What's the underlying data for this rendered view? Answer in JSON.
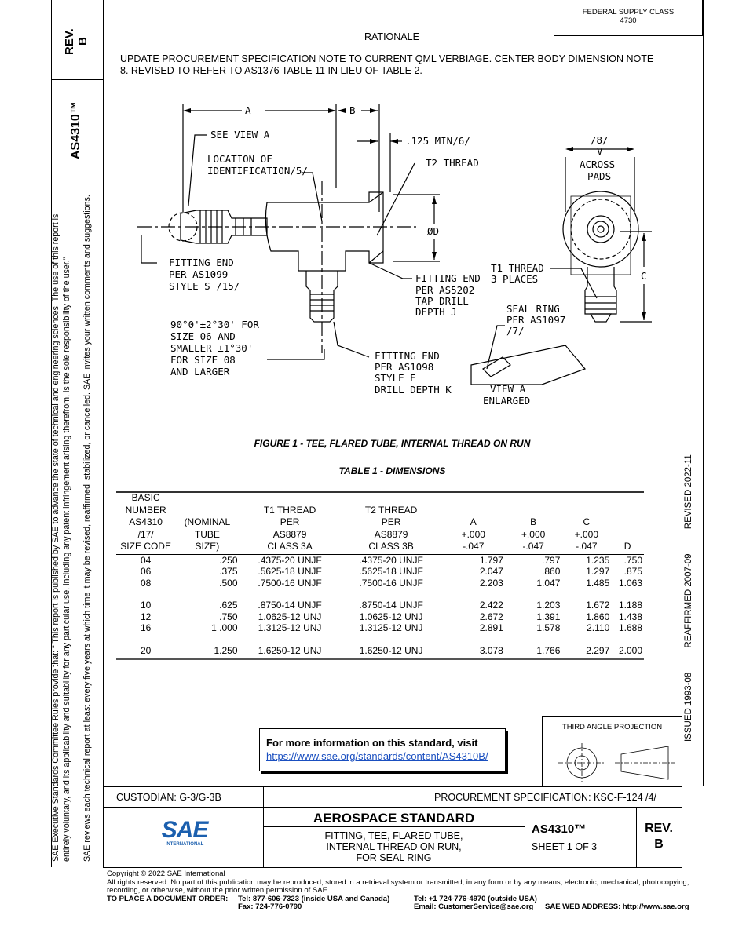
{
  "side": {
    "rev_label": "REV.",
    "rev_value": "B",
    "doc_number": "AS4310™",
    "disclaimer_line1": "SAE Executive Standards Committee Rules provide that: “ This report is published by SAE to advance the state of technical and engineering sciences. The use of this report is",
    "disclaimer_line2": "entirely voluntary, and its applicability and suitability for any particular use, including any patent infringement arising therefrom, is the sole responsibility of the user.”",
    "disclaimer_line3": "SAE reviews each technical report at least every five years at which time it may be revised, reaffirmed, stabilized, or cancelled. SAE invites your written comments and suggestions.",
    "history": {
      "issued": "ISSUED 1993-08",
      "reaffirmed": "REAFFIRMED 2007-09",
      "revised": "REVISED 2022-11"
    }
  },
  "fsc": {
    "label": "FEDERAL SUPPLY CLASS",
    "value": "4730"
  },
  "rationale": {
    "heading": "RATIONALE",
    "text": "UPDATE PROCUREMENT SPECIFICATION NOTE TO CURRENT QML VERBIAGE. CENTER BODY DIMENSION NOTE 8. REVISED TO REFER TO AS1376 TABLE 11 IN LIEU OF TABLE 2."
  },
  "drawing": {
    "dim_a": "A",
    "dim_b": "B",
    "see_view": "SEE VIEW A",
    "location_1": "LOCATION OF",
    "location_2": "IDENTIFICATION/5/",
    "min_125": ".125 MIN/6/",
    "t2_thread": "T2 THREAD",
    "dia_d": "ØD",
    "fitting_end_1099_1": "FITTING END",
    "fitting_end_1099_2": "PER AS1099",
    "fitting_end_1099_3": "STYLE S /15/",
    "fitting_end_5202_1": "FITTING END",
    "fitting_end_5202_2": "PER AS5202",
    "fitting_end_5202_3": "TAP DRILL",
    "fitting_end_5202_4": "DEPTH J",
    "angle_1": "90°0'±2°30' FOR",
    "angle_2": "SIZE 06 AND",
    "angle_3": "SMALLER ±1°30'",
    "angle_4": "FOR SIZE 08",
    "angle_5": "AND LARGER",
    "fitting_end_1098_1": "FITTING END",
    "fitting_end_1098_2": "PER AS1098",
    "fitting_end_1098_3": "STYLE E",
    "fitting_end_1098_4": "DRILL DEPTH K",
    "note_8": "/8/",
    "dim_v": "V",
    "across_pads_1": "ACROSS",
    "across_pads_2": "PADS",
    "t1_thread_1": "T1 THREAD",
    "t1_thread_2": "3 PLACES",
    "dim_c": "C",
    "seal_ring_1": "SEAL RING",
    "seal_ring_2": "PER AS1097",
    "seal_ring_3": "/7/",
    "view_a_1": "VIEW A",
    "view_a_2": "ENLARGED"
  },
  "figure_caption": "FIGURE 1 - TEE, FLARED TUBE, INTERNAL THREAD ON RUN",
  "table": {
    "title": "TABLE 1 - DIMENSIONS",
    "headers": [
      [
        "BASIC",
        "NUMBER",
        "AS4310",
        "/17/",
        "SIZE CODE"
      ],
      [
        "(NOMINAL",
        "TUBE",
        "SIZE)"
      ],
      [
        "T1 THREAD",
        "PER",
        "AS8879",
        "CLASS 3A"
      ],
      [
        "T2 THREAD",
        "PER",
        "AS8879",
        "CLASS 3B"
      ],
      [
        "A",
        "+.000",
        "-.047"
      ],
      [
        "B",
        "+.000",
        "-.047"
      ],
      [
        "C",
        "+.000",
        "-.047"
      ],
      [
        "D"
      ]
    ],
    "rows": [
      [
        "04",
        ".250",
        ".4375-20 UNJF",
        ".4375-20 UNJF",
        "1.797",
        ".797",
        "1.235",
        ".750"
      ],
      [
        "06",
        ".375",
        ".5625-18 UNJF",
        ".5625-18 UNJF",
        "2.047",
        ".860",
        "1.297",
        ".875"
      ],
      [
        "08",
        ".500",
        ".7500-16 UNJF",
        ".7500-16 UNJF",
        "2.203",
        "1.047",
        "1.485",
        "1.063"
      ],
      [
        "10",
        ".625",
        ".8750-14 UNJF",
        ".8750-14 UNJF",
        "2.422",
        "1.203",
        "1.672",
        "1.188"
      ],
      [
        "12",
        ".750",
        "1.0625-12 UNJ",
        "1.0625-12 UNJ",
        "2.672",
        "1.391",
        "1.860",
        "1.438"
      ],
      [
        "16",
        "1 .000",
        "1.3125-12 UNJ",
        "1.3125-12 UNJ",
        "2.891",
        "1.578",
        "2.110",
        "1.688"
      ],
      [
        "20",
        "1.250",
        "1.6250-12 UNJ",
        "1.6250-12 UNJ",
        "3.078",
        "1.766",
        "2.297",
        "2.000"
      ]
    ]
  },
  "info_box": {
    "text": "For more information on this standard, visit",
    "link": "https://www.sae.org/standards/content/AS4310B/"
  },
  "projection": {
    "label": "THIRD ANGLE PROJECTION"
  },
  "title_block": {
    "custodian": "CUSTODIAN: G-3/G-3B",
    "procurement": "PROCUREMENT SPECIFICATION: KSC-F-124 /4/",
    "logo_text": "SAE",
    "logo_sub": "INTERNATIONAL",
    "standard_type": "AEROSPACE STANDARD",
    "title_line1": "FITTING, TEE, FLARED TUBE,",
    "title_line2": "INTERNAL THREAD ON RUN,",
    "title_line3": "FOR SEAL RING",
    "doc_number": "AS4310™",
    "sheet": "SHEET 1 OF 3",
    "rev_label": "REV.",
    "rev_value": "B",
    "brand_color": "#1b5fae"
  },
  "footer": {
    "copyright": "Copyright © 2022 SAE International",
    "rights": "All rights reserved. No part of this publication may be reproduced, stored in a retrieval system or transmitted, in any form or by any means, electronic, mechanical, photocopying, recording, or otherwise, without the prior written permission of SAE.",
    "order_label": "TO PLACE A DOCUMENT ORDER:",
    "tel_usa": "Tel: 877-606-7323 (inside USA and Canada)",
    "fax": "Fax: 724-776-0790",
    "tel_outside": "Tel: +1 724-776-4970 (outside USA)",
    "email": "Email: CustomerService@sae.org",
    "web": "SAE WEB ADDRESS: http://www.sae.org"
  }
}
